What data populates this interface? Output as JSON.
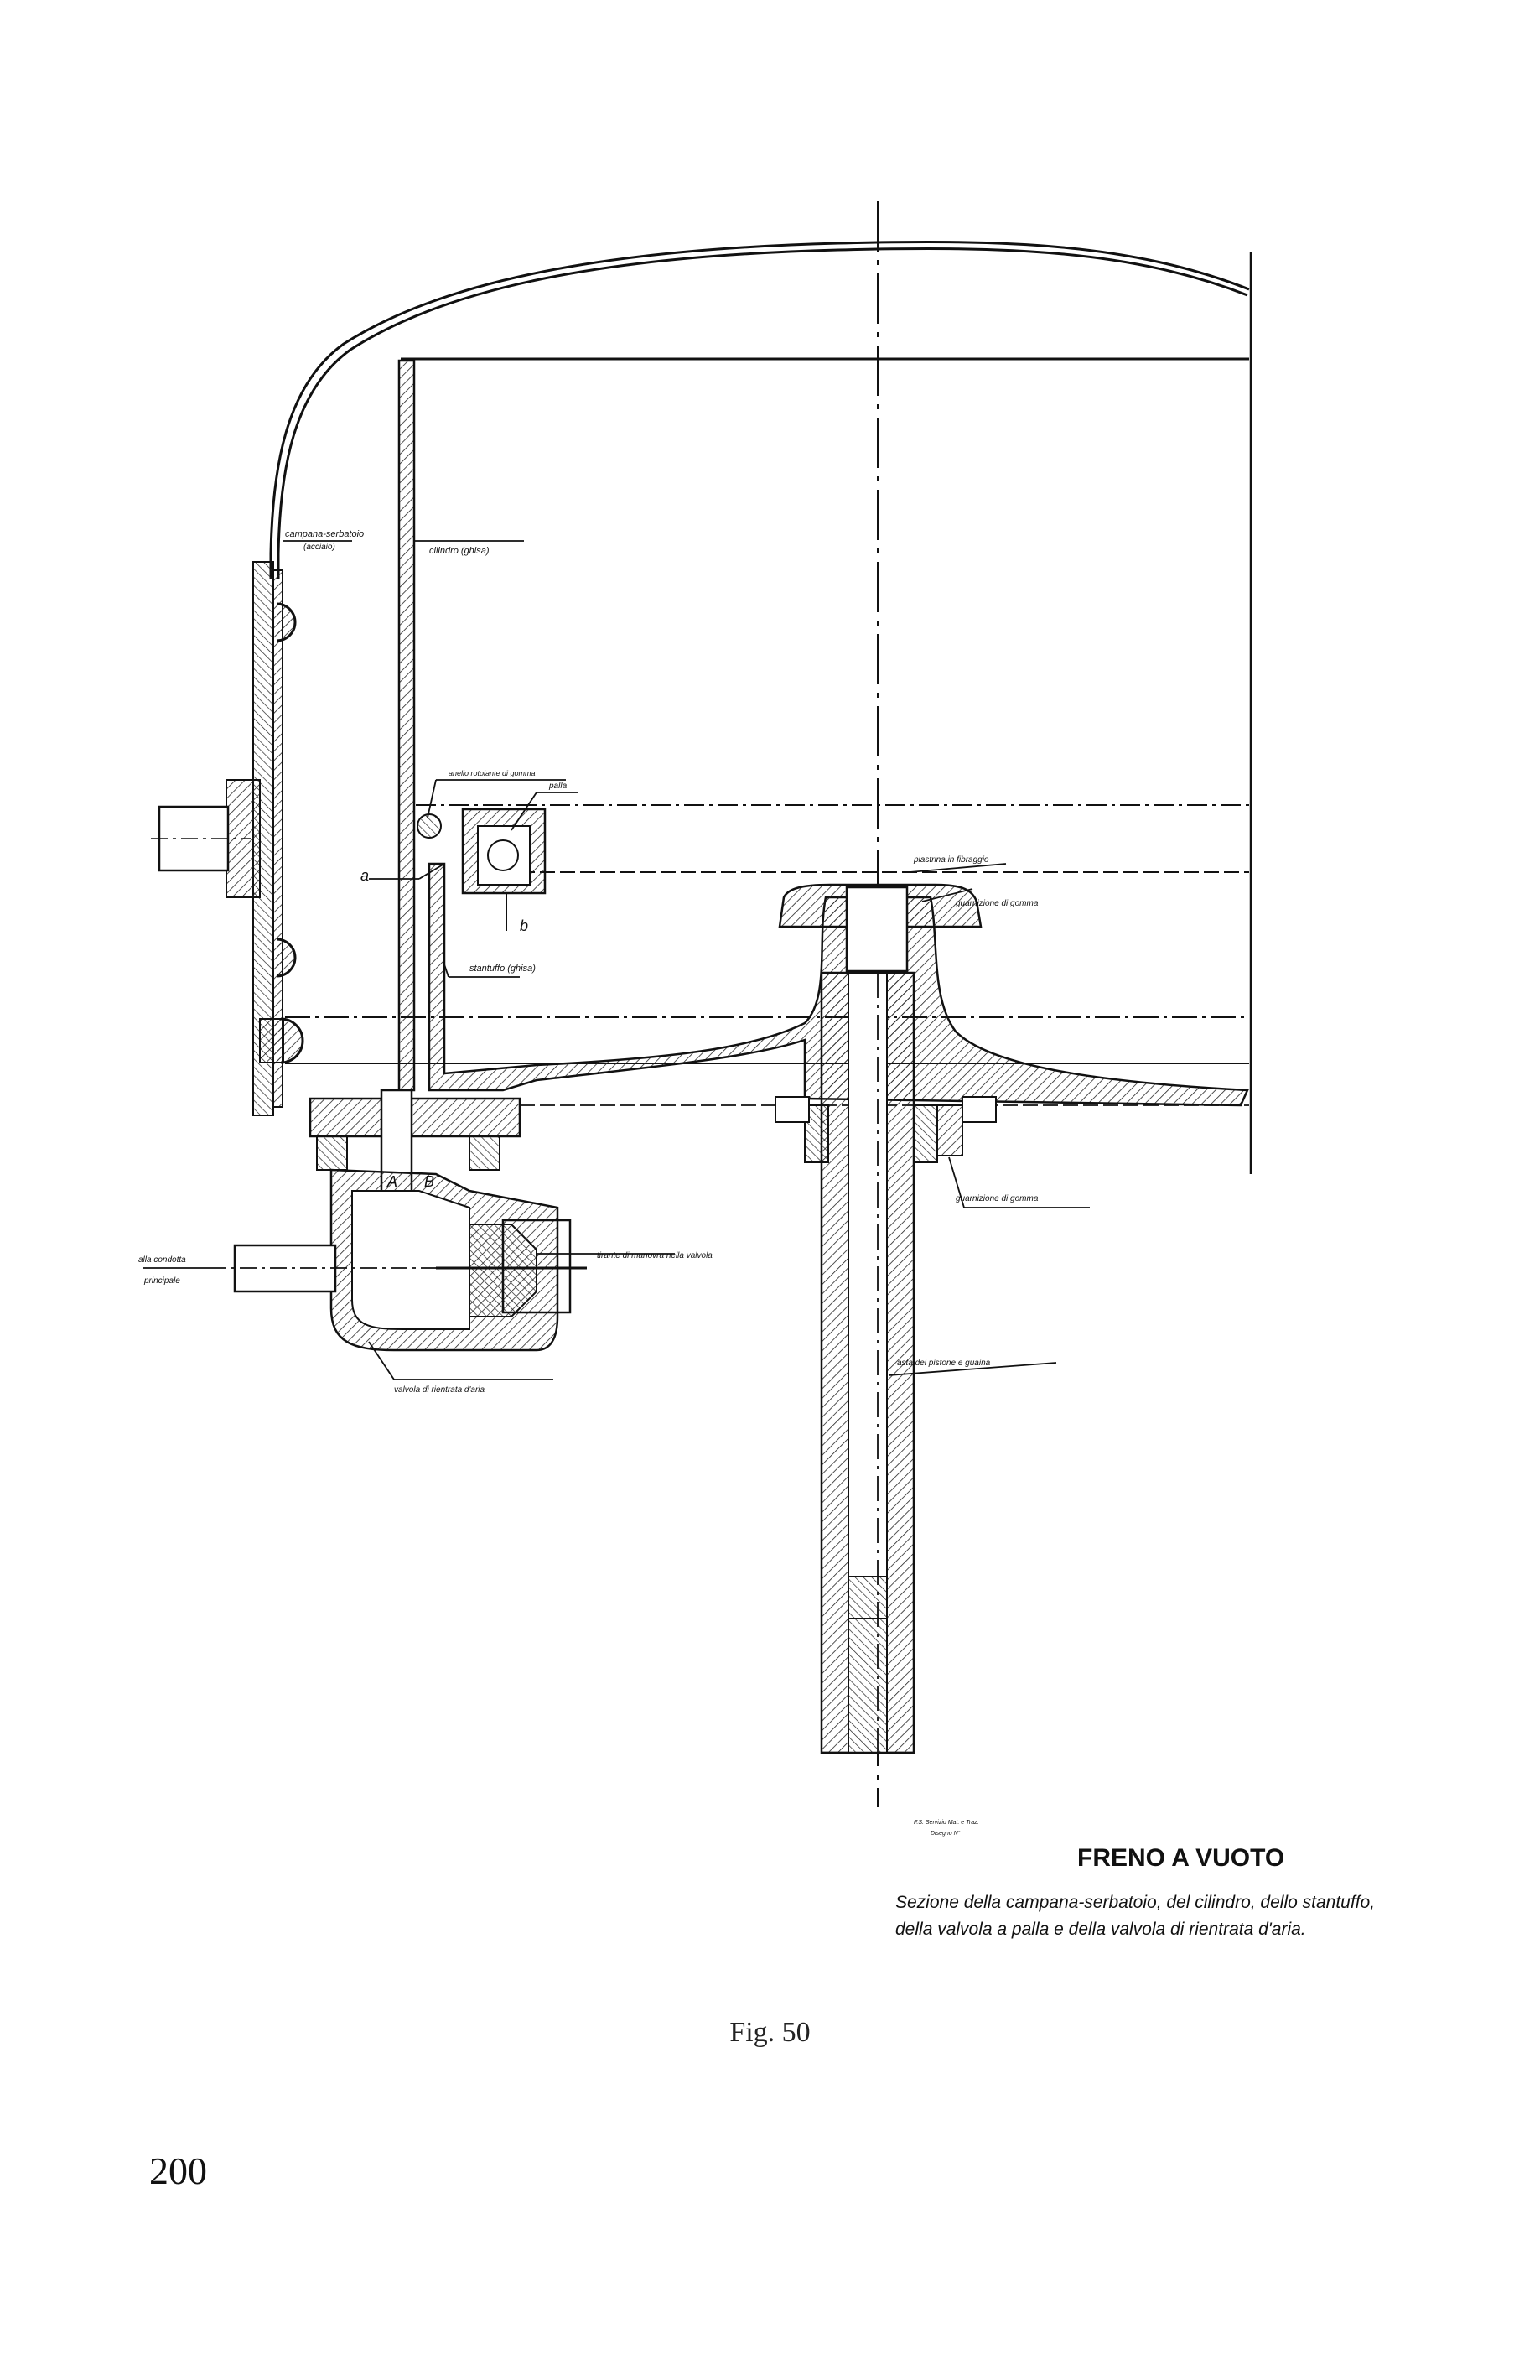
{
  "labels": {
    "campana_serbatoio": "campana-serbatoio",
    "acciaio": "(acciaio)",
    "cilindro": "cilindro (ghisa)",
    "anello": "anello rotolante di gomma",
    "palla": "palla",
    "a": "a",
    "b": "b",
    "piastrina": "piastrina in fibraggio",
    "guarnizione_gomma": "guarnizione di gomma",
    "stantuffo": "stantuffo (ghisa)",
    "A": "A",
    "B": "B",
    "alla_condotta": "alla condotta",
    "principale": "principale",
    "tirante": "tirante di manovra nella valvola",
    "valvola_rientrata": "valvola di rientrata d'aria",
    "guarnizione_gomma_2": "guarnizione di gomma",
    "asta": "asta del pistone e guaina",
    "draughtsman_1": "F.S. Servizio Mat. e Traz.",
    "draughtsman_2": "Disegno N°"
  },
  "title_block": {
    "title": "FRENO A VUOTO",
    "subtitle_line1": "Sezione della campana-serbatoio, del cilindro, dello stantuffo,",
    "subtitle_line2": "della valvola a palla e della valvola di rientrata d'aria."
  },
  "figure_caption": "Fig. 50",
  "page_number": "200"
}
